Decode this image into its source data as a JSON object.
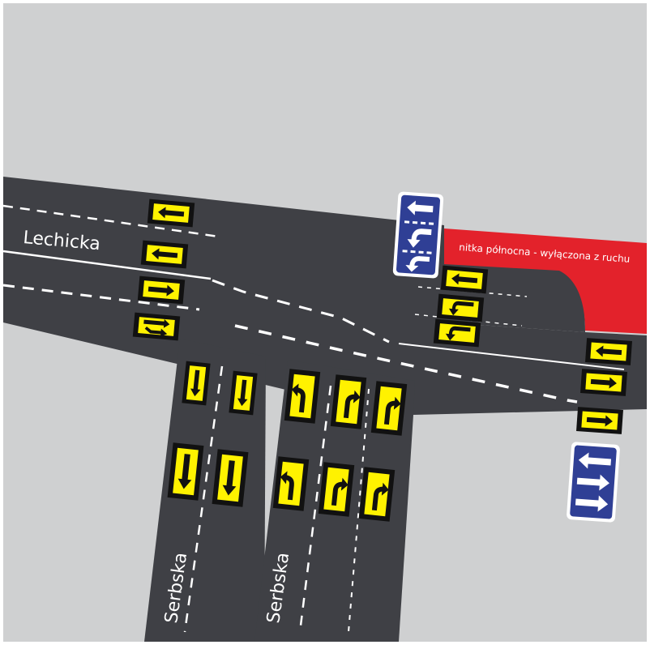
{
  "map": {
    "colors": {
      "background": "#cfd0d1",
      "frame": "#ffffff",
      "road": "#3f4045",
      "marking": "#ffffff",
      "closed_area": "#e3222b",
      "sign_yellow": "#fff200",
      "sign_black": "#111111",
      "sign_blue": "#2f3f95"
    },
    "streets": {
      "lechicka": "Lechicka",
      "serbska_left": "Serbska",
      "serbska_right": "Serbska"
    },
    "closed_note": "nitka północna - wyłączona z ruchu",
    "lane_signs": [
      {
        "name": "west-top-lane-1",
        "arrow": "left"
      },
      {
        "name": "west-top-lane-2",
        "arrow": "left"
      },
      {
        "name": "west-bottom-lane-1",
        "arrow": "right"
      },
      {
        "name": "west-bottom-lane-2",
        "arrow": "right-and-right-down"
      },
      {
        "name": "south-left-1",
        "arrow": "down"
      },
      {
        "name": "south-left-2",
        "arrow": "down"
      },
      {
        "name": "south-left-3",
        "arrow": "down"
      },
      {
        "name": "south-left-4",
        "arrow": "down"
      },
      {
        "name": "south-right-1",
        "arrow": "up-left"
      },
      {
        "name": "south-right-2",
        "arrow": "up-right"
      },
      {
        "name": "south-right-3",
        "arrow": "up-right"
      },
      {
        "name": "south-right-4",
        "arrow": "up-left"
      },
      {
        "name": "south-right-5",
        "arrow": "up-right"
      },
      {
        "name": "south-right-6",
        "arrow": "up-right"
      },
      {
        "name": "center-1",
        "arrow": "left"
      },
      {
        "name": "center-2",
        "arrow": "left-turn-down"
      },
      {
        "name": "center-3",
        "arrow": "left-turn-down"
      },
      {
        "name": "east-1",
        "arrow": "left"
      },
      {
        "name": "east-2",
        "arrow": "right"
      },
      {
        "name": "east-3",
        "arrow": "right"
      }
    ],
    "info_signs": [
      {
        "name": "north-info-sign",
        "arrows": [
          "left",
          "bend-down-left",
          "bend-down-left"
        ]
      },
      {
        "name": "east-info-sign",
        "arrows": [
          "left",
          "right",
          "right"
        ]
      }
    ]
  }
}
